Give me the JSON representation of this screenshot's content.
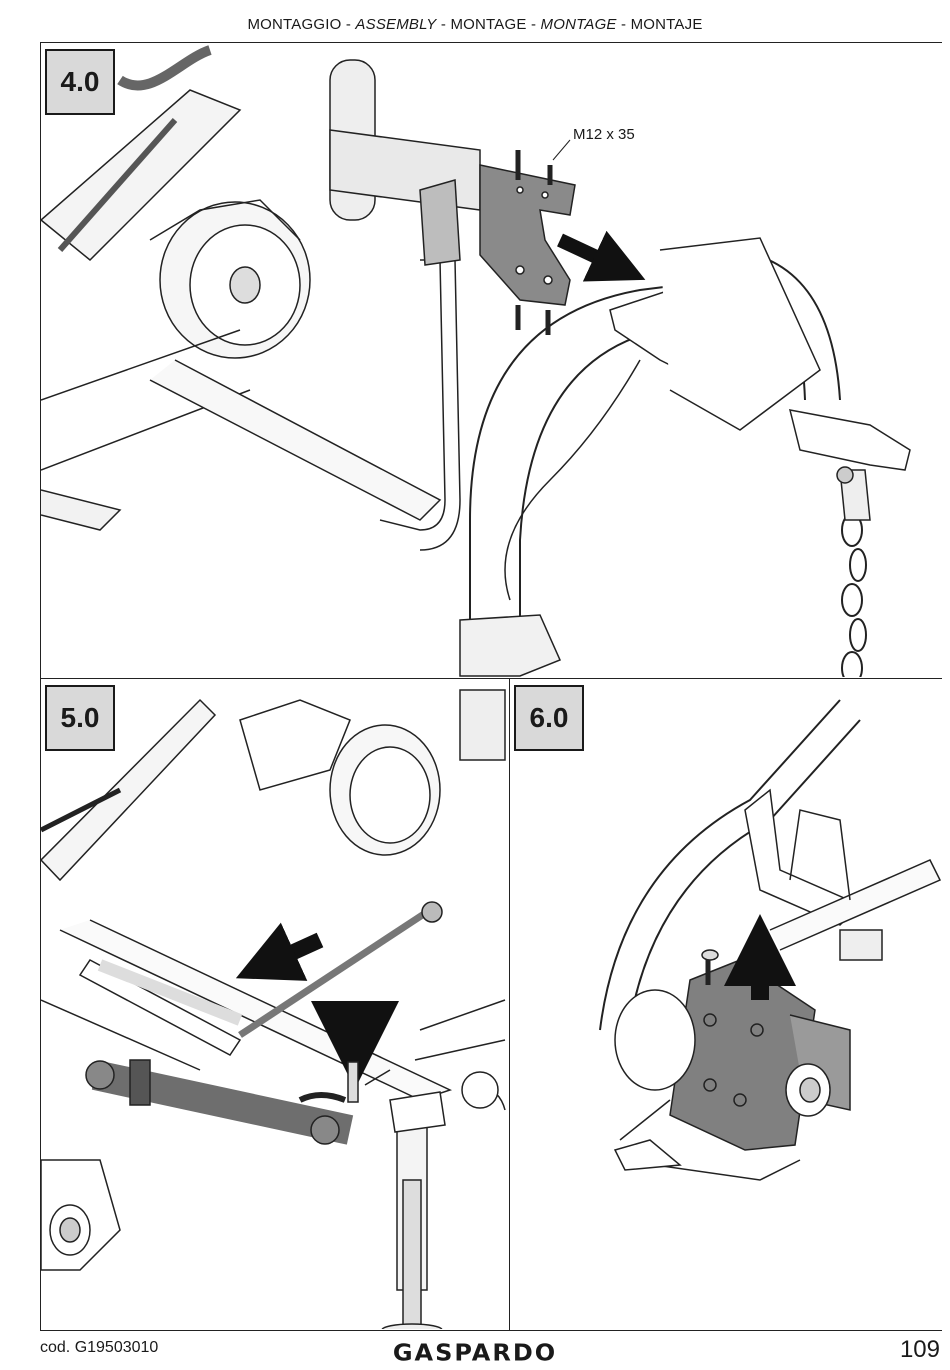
{
  "header": {
    "parts": [
      "MONTAGGIO",
      "ASSEMBLY",
      "MONTAGE",
      "MONTAGE",
      "MONTAJE"
    ],
    "separator": " - "
  },
  "steps": [
    {
      "label": "4.0"
    },
    {
      "label": "5.0"
    },
    {
      "label": "6.0"
    }
  ],
  "callouts": {
    "bolt_spec": "M12 x 35"
  },
  "footer": {
    "code": "cod.  G19503010",
    "brand": "GASPARDO",
    "page": "109"
  }
}
